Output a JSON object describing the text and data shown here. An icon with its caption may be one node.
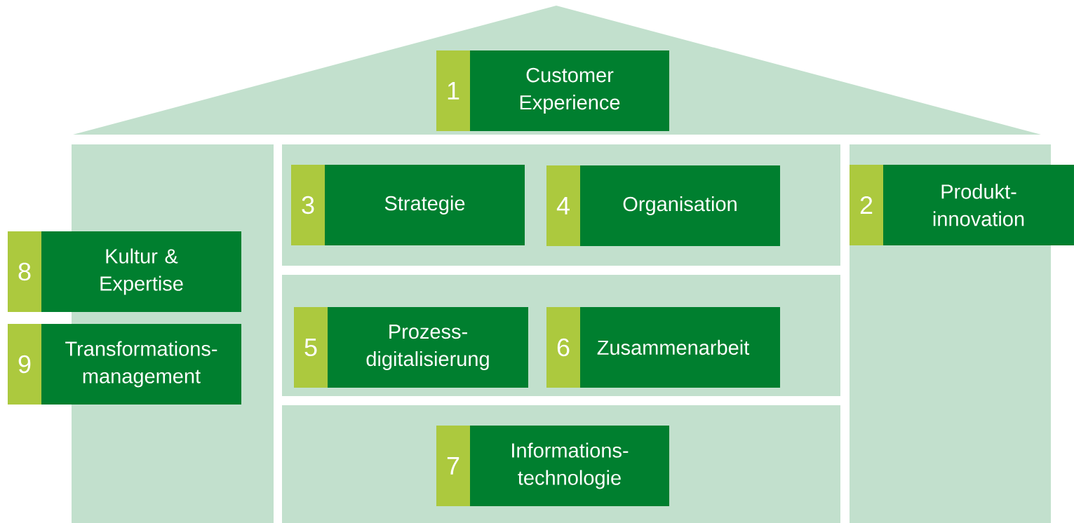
{
  "diagram": {
    "nodes": [
      {
        "text": [
          "1",
          "Customer Experience"
        ]
      },
      {
        "text": [
          "3",
          "Strategie"
        ]
      },
      {
        "text": [
          "4",
          "Organisation"
        ]
      },
      {
        "text": [
          "2",
          "Produkt- innovation"
        ]
      },
      {
        "text": [
          "8",
          "Kultur & Expertise"
        ]
      },
      {
        "text": [
          "5",
          "Prozess- digitalisierung"
        ]
      },
      {
        "text": [
          "6",
          "Zusammenarbeit"
        ]
      },
      {
        "text": [
          "9",
          "Transformations- management"
        ]
      },
      {
        "text": [
          "7",
          "Informations- technologie"
        ]
      }
    ]
  }
}
